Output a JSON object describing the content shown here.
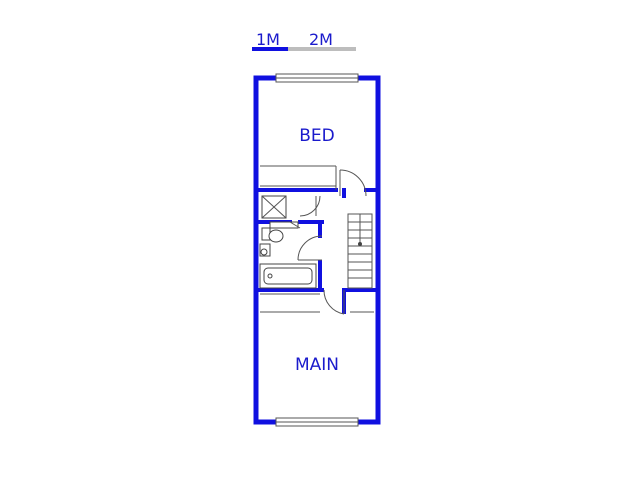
{
  "scale_bar": {
    "label_1": "1M",
    "label_2": "2M",
    "colors": {
      "filled": "#1010e0",
      "empty": "#bdbdbd"
    }
  },
  "rooms": {
    "bed": "BED",
    "main": "MAIN"
  },
  "colors": {
    "wall": "#1010e0",
    "label": "#1a1acc"
  }
}
